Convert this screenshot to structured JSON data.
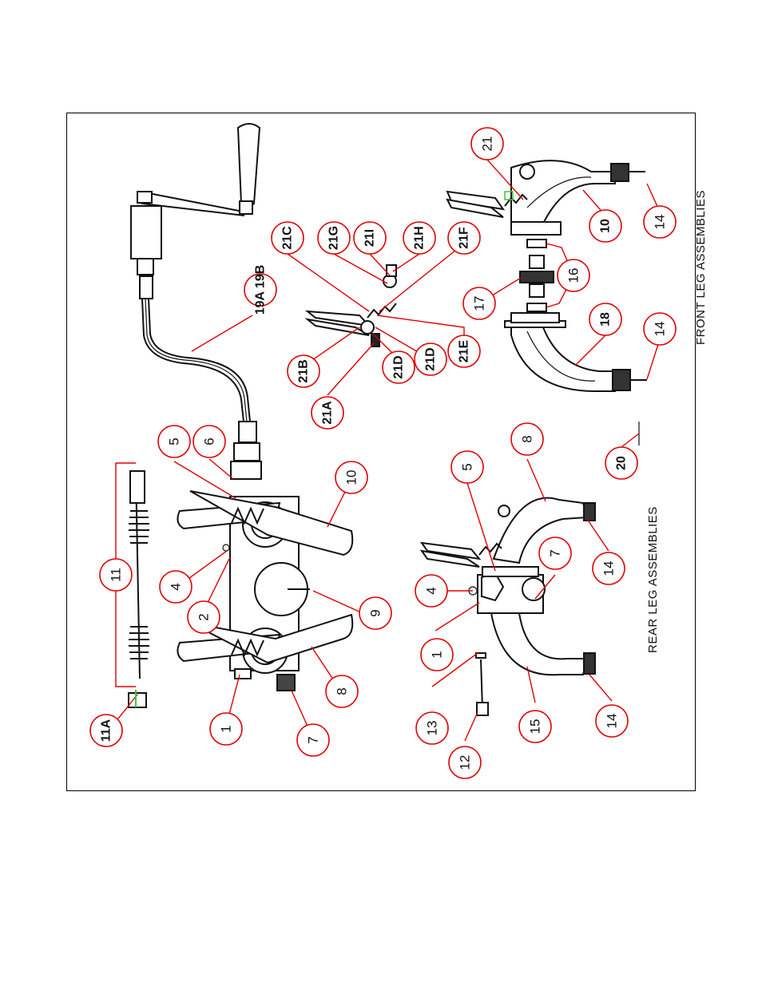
{
  "sheet": {
    "front_title": "FRONT LEG ASSEMBLIES",
    "rear_title": "REAR LEG ASSEMBLIES"
  },
  "balloons": [
    {
      "id": "b-11a",
      "label": "11A",
      "bold": true
    },
    {
      "id": "b-11",
      "label": "11",
      "bold": false
    },
    {
      "id": "b-1a",
      "label": "1",
      "bold": false
    },
    {
      "id": "b-2",
      "label": "2",
      "bold": false
    },
    {
      "id": "b-4a",
      "label": "4",
      "bold": false
    },
    {
      "id": "b-5a",
      "label": "5",
      "bold": false
    },
    {
      "id": "b-6",
      "label": "6",
      "bold": false
    },
    {
      "id": "b-7a",
      "label": "7",
      "bold": false
    },
    {
      "id": "b-8a",
      "label": "8",
      "bold": false
    },
    {
      "id": "b-9",
      "label": "9",
      "bold": false
    },
    {
      "id": "b-10a",
      "label": "10",
      "bold": false
    },
    {
      "id": "b-19a19b",
      "label": "19A 19B",
      "bold": true
    },
    {
      "id": "b-21a",
      "label": "21A",
      "bold": true
    },
    {
      "id": "b-21b",
      "label": "21B",
      "bold": true
    },
    {
      "id": "b-21c",
      "label": "21C",
      "bold": true
    },
    {
      "id": "b-21d1",
      "label": "21D",
      "bold": true
    },
    {
      "id": "b-21d2",
      "label": "21D",
      "bold": true
    },
    {
      "id": "b-21e",
      "label": "21E",
      "bold": true
    },
    {
      "id": "b-21f",
      "label": "21F",
      "bold": true
    },
    {
      "id": "b-21g",
      "label": "21G",
      "bold": true
    },
    {
      "id": "b-21h",
      "label": "21H",
      "bold": true
    },
    {
      "id": "b-21i",
      "label": "21I",
      "bold": true
    },
    {
      "id": "b-21",
      "label": "21",
      "bold": false
    },
    {
      "id": "b-10b",
      "label": "10",
      "bold": true
    },
    {
      "id": "b-14a",
      "label": "14",
      "bold": false
    },
    {
      "id": "b-16",
      "label": "16",
      "bold": false
    },
    {
      "id": "b-17",
      "label": "17",
      "bold": false
    },
    {
      "id": "b-18",
      "label": "18",
      "bold": true
    },
    {
      "id": "b-14b",
      "label": "14",
      "bold": false
    },
    {
      "id": "b-20",
      "label": "20",
      "bold": true
    },
    {
      "id": "b-8b",
      "label": "8",
      "bold": false
    },
    {
      "id": "b-5b",
      "label": "5",
      "bold": false
    },
    {
      "id": "b-7b",
      "label": "7",
      "bold": false
    },
    {
      "id": "b-4b",
      "label": "4",
      "bold": false
    },
    {
      "id": "b-1b",
      "label": "1",
      "bold": false
    },
    {
      "id": "b-14c",
      "label": "14",
      "bold": false
    },
    {
      "id": "b-13",
      "label": "13",
      "bold": false
    },
    {
      "id": "b-12",
      "label": "12",
      "bold": false
    },
    {
      "id": "b-15",
      "label": "15",
      "bold": false
    },
    {
      "id": "b-14d",
      "label": "14",
      "bold": false
    }
  ],
  "colors": {
    "leader": "#e00000",
    "line": "#111111",
    "highlight": "#33cc33"
  }
}
